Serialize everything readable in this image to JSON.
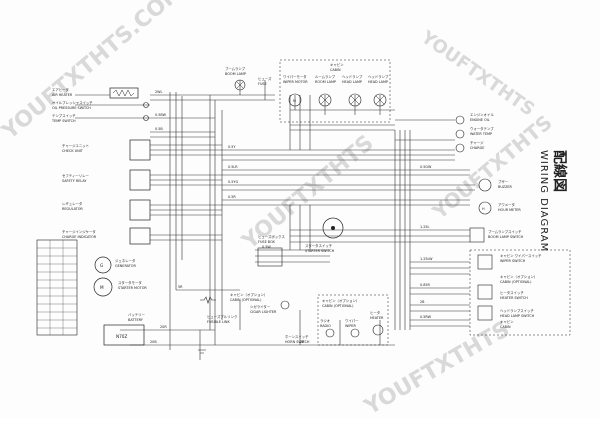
{
  "title": {
    "jp": "配線図",
    "en": "WIRING DIAGRAM"
  },
  "watermarks": [
    "YOUFTXTHTS.COM",
    "YOUFTXTHTS",
    "YOUFTXTHTS",
    "YOUFTXTHTS",
    "YOUFTXTHTS"
  ],
  "components": {
    "air_heater": [
      "エアヒータ",
      "AIR HEATER"
    ],
    "oil_pressure_switch": [
      "オイルプレッシャスイッチ",
      "OIL PRESSURE SWITCH"
    ],
    "temp_switch": [
      "テンプスイッチ",
      "TEMP SWITCH"
    ],
    "check_unit": [
      "チャージユニット",
      "CHECK UNIT"
    ],
    "safety_relay": [
      "セフティーリレー",
      "SAFETY RELAY"
    ],
    "regulator": [
      "レギュレータ",
      "REGULATOR"
    ],
    "charge_indicator": [
      "チャージインジケータ",
      "CHARGE INDICATOR"
    ],
    "generator": [
      "ジェネレータ",
      "GENERATOR"
    ],
    "starter_motor": [
      "スタータモータ",
      "STARTER MOTOR"
    ],
    "battery": [
      "バッテリー",
      "BATTERY"
    ],
    "fusible_link": [
      "ヒューズブルリンク",
      "FUSIBLE LINK"
    ],
    "cigar_lighter": [
      "シガライター",
      "CIGAR LIGHTER"
    ],
    "cabin_optional_1": [
      "キャビン（オプション）",
      "CABIN (OPTIONAL)"
    ],
    "horn_switch": [
      "ホーンスイッチ",
      "HORN SWITCH"
    ],
    "cabin_optional_2": [
      "キャビン（オプション）",
      "CABIN (OPTIONAL)"
    ],
    "radio": [
      "ラジオ",
      "RADIO"
    ],
    "wiper": [
      "ワイパー",
      "WIPER"
    ],
    "heater": [
      "ヒータ",
      "HEATER"
    ],
    "fuse_box": [
      "ヒューズボックス",
      "FUSE BOX"
    ],
    "starter_switch": [
      "スタータスイッチ",
      "STARTER SWITCH"
    ],
    "boom_lamp": [
      "ブームランプ",
      "BOOM LAMP"
    ],
    "fuse": [
      "ヒューズ",
      "FUSE"
    ],
    "wiper_motor": [
      "ワイパーモータ",
      "WIPER MOTOR"
    ],
    "room_lamp": [
      "ルームランプ",
      "ROOM LAMP"
    ],
    "head_lamp_1": [
      "ヘッドランプ",
      "HEAD LAMP"
    ],
    "head_lamp_2": [
      "ヘッドランプ",
      "HEAD LAMP"
    ],
    "cabin_top": [
      "キャビン",
      "CABIN"
    ],
    "engine_oil": [
      "エンジンオイル",
      "ENGINE OIL"
    ],
    "water_temp": [
      "ウォータテンプ",
      "WATER TEMP"
    ],
    "charge": [
      "チャージ",
      "CHARGE"
    ],
    "buzzer": [
      "ブザー",
      "BUZZER"
    ],
    "hour_meter": [
      "アワメータ",
      "HOUR METER"
    ],
    "boom_lamp_switch": [
      "ブームランプスイッチ",
      "BOOM LAMP SWITCH"
    ],
    "wiper_switch": [
      "キャビン ワイパースイッチ",
      "WIPER SWITCH"
    ],
    "cabin_optional_3": [
      "キャビン（オプション）",
      "CABIN (OPTIONAL)"
    ],
    "heater_switch": [
      "ヒータスイッチ",
      "HEATER SWITCH"
    ],
    "head_lamp_switch": [
      "ヘッドランプスイッチ",
      "HEAD LAMP SWITCH"
    ],
    "cabin_right": [
      "キャビン",
      "CABIN"
    ],
    "battery_code": "N70Z"
  },
  "wire_codes": [
    "2WL",
    "0.5BW",
    "0.5B",
    "0.5Y",
    "0.5LR",
    "0.5YG",
    "0.5R",
    "0.5GW",
    "1.25L",
    "1.25LW",
    "0.85R",
    "2B",
    "0.5RW",
    "0.5W",
    "20B",
    "20R",
    "5R",
    "2R"
  ]
}
